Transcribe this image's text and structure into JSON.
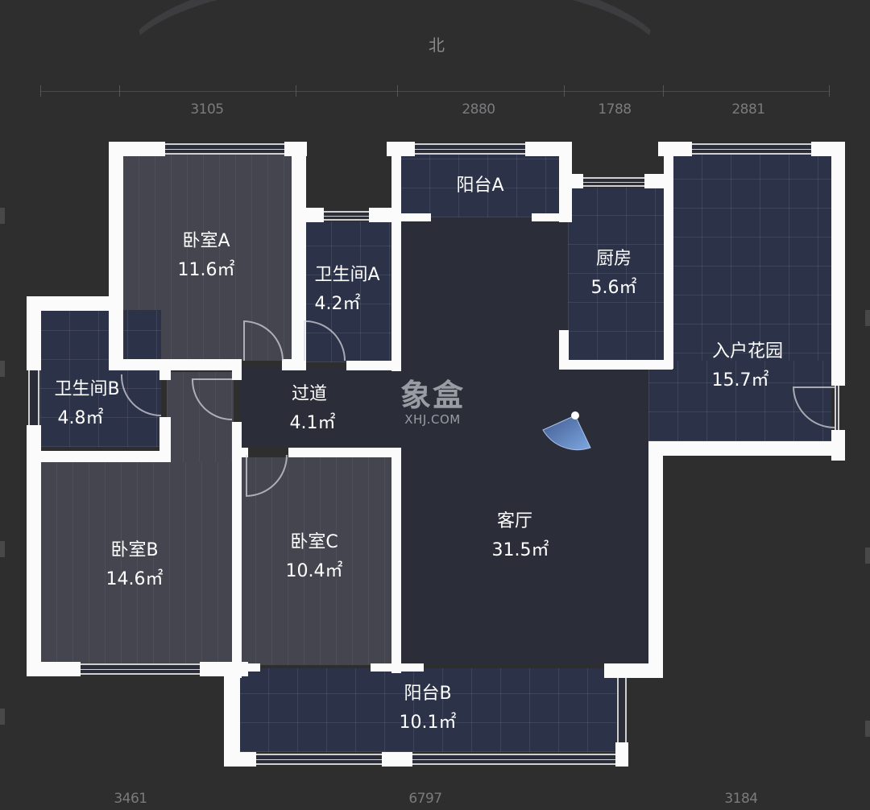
{
  "compass": {
    "north_label": "北"
  },
  "dimensions": {
    "top": [
      "3105",
      "2880",
      "1788",
      "2881"
    ],
    "bottom": [
      "3461",
      "6797",
      "3184"
    ]
  },
  "rooms": [
    {
      "id": "bedroom-a",
      "name": "卧室A",
      "area": "11.6㎡"
    },
    {
      "id": "bathroom-a",
      "name": "卫生间A",
      "area": "4.2㎡"
    },
    {
      "id": "balcony-a",
      "name": "阳台A",
      "area": ""
    },
    {
      "id": "kitchen",
      "name": "厨房",
      "area": "5.6㎡"
    },
    {
      "id": "entry-garden",
      "name": "入户花园",
      "area": "15.7㎡"
    },
    {
      "id": "bathroom-b",
      "name": "卫生间B",
      "area": "4.8㎡"
    },
    {
      "id": "hallway",
      "name": "过道",
      "area": "4.1㎡"
    },
    {
      "id": "living-room",
      "name": "客厅",
      "area": "31.5㎡"
    },
    {
      "id": "bedroom-b",
      "name": "卧室B",
      "area": "14.6㎡"
    },
    {
      "id": "bedroom-c",
      "name": "卧室C",
      "area": "10.4㎡"
    },
    {
      "id": "balcony-b",
      "name": "阳台B",
      "area": "10.1㎡"
    }
  ],
  "watermark": {
    "brand": "象盒",
    "domain": "XHJ.COM"
  },
  "colors": {
    "background": "#2e2e2f",
    "wall": "#fbfbfb",
    "wood_floor": "#45454f",
    "tile_floor": "#2c3247",
    "plain_floor": "#2b2e38",
    "view_cone": "#5a7fc0"
  }
}
